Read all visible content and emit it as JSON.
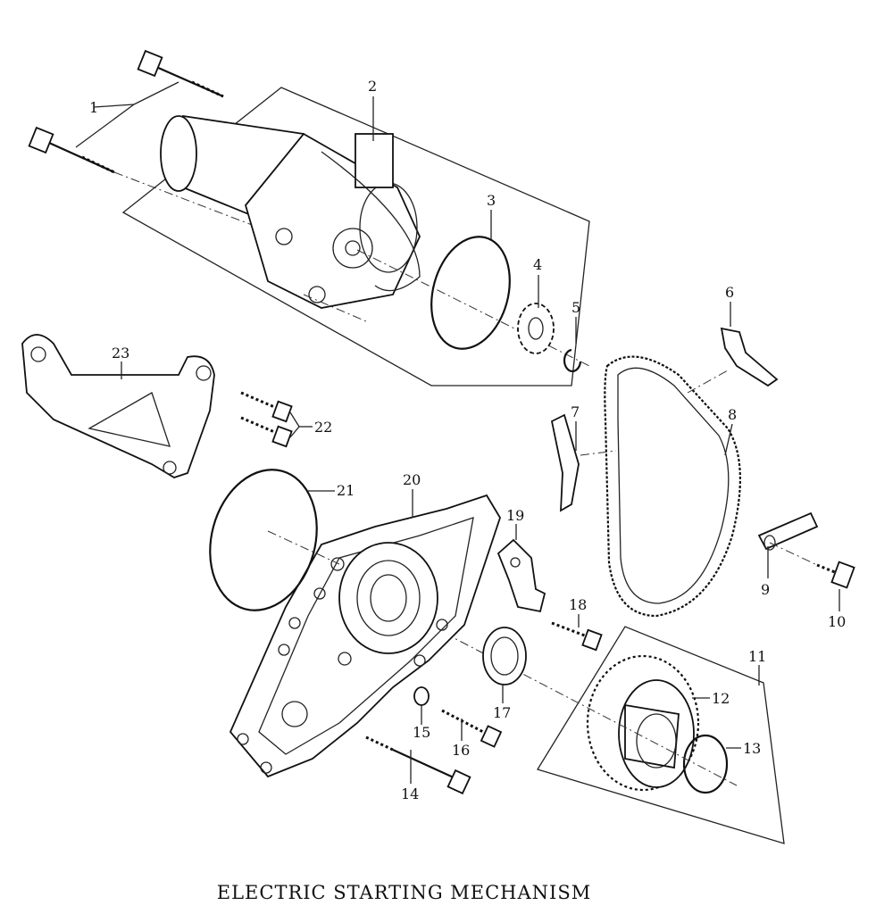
{
  "title": "ELECTRIC STARTING MECHANISM",
  "callouts": [
    "1",
    "2",
    "3",
    "4",
    "5",
    "6",
    "7",
    "8",
    "9",
    "10",
    "11",
    "12",
    "13",
    "14",
    "15",
    "16",
    "17",
    "18",
    "19",
    "20",
    "21",
    "22",
    "23"
  ]
}
